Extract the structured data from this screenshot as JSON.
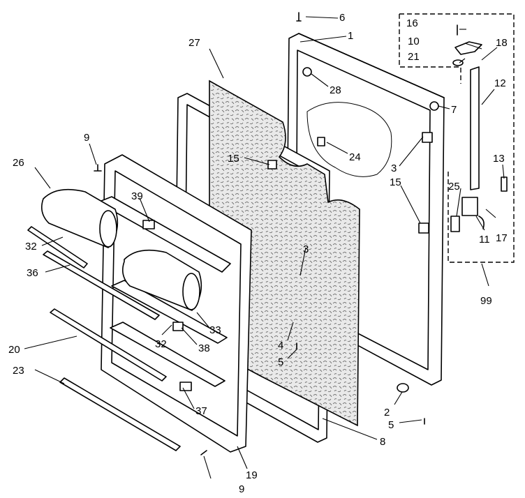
{
  "callouts": {
    "c1": "1",
    "c2": "2",
    "c3a": "3",
    "c3b": "3",
    "c4": "4",
    "c5a": "5",
    "c5b": "5",
    "c6": "6",
    "c7": "7",
    "c8": "8",
    "c9a": "9",
    "c9b": "9",
    "c10": "10",
    "c11": "11",
    "c12": "12",
    "c13": "13",
    "c15a": "15",
    "c15b": "15",
    "c16": "16",
    "c17": "17",
    "c18": "18",
    "c19": "19",
    "c20": "20",
    "c21": "21",
    "c23": "23",
    "c24": "24",
    "c25": "25",
    "c26": "26",
    "c27": "27",
    "c28": "28",
    "c32a": "32",
    "c32b": "32",
    "c33": "33",
    "c36": "36",
    "c37": "37",
    "c38": "38",
    "c39": "39",
    "c99": "99"
  }
}
